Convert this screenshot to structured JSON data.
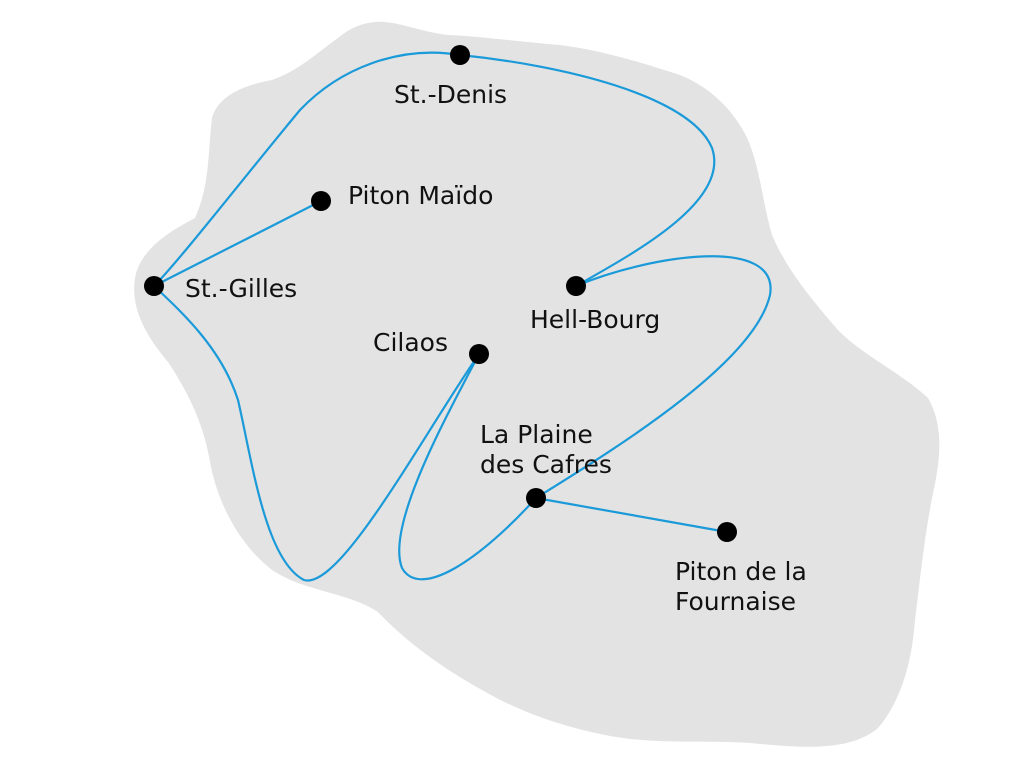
{
  "map": {
    "colors": {
      "land": "#e3e3e3",
      "route": "#1a9ad9",
      "marker": "#000000",
      "background": "#ffffff"
    },
    "places": [
      {
        "id": "st-denis",
        "lines": [
          "St.-Denis"
        ]
      },
      {
        "id": "piton-maido",
        "lines": [
          "Piton Maïdo"
        ]
      },
      {
        "id": "st-gilles",
        "lines": [
          "St.-Gilles"
        ]
      },
      {
        "id": "hell-bourg",
        "lines": [
          "Hell-Bourg"
        ]
      },
      {
        "id": "cilaos",
        "lines": [
          "Cilaos"
        ]
      },
      {
        "id": "la-plaine-des-cafres",
        "lines": [
          "La Plaine",
          "des Cafres"
        ]
      },
      {
        "id": "piton-de-la-fournaise",
        "lines": [
          "Piton de la",
          "Fournaise"
        ]
      }
    ]
  }
}
